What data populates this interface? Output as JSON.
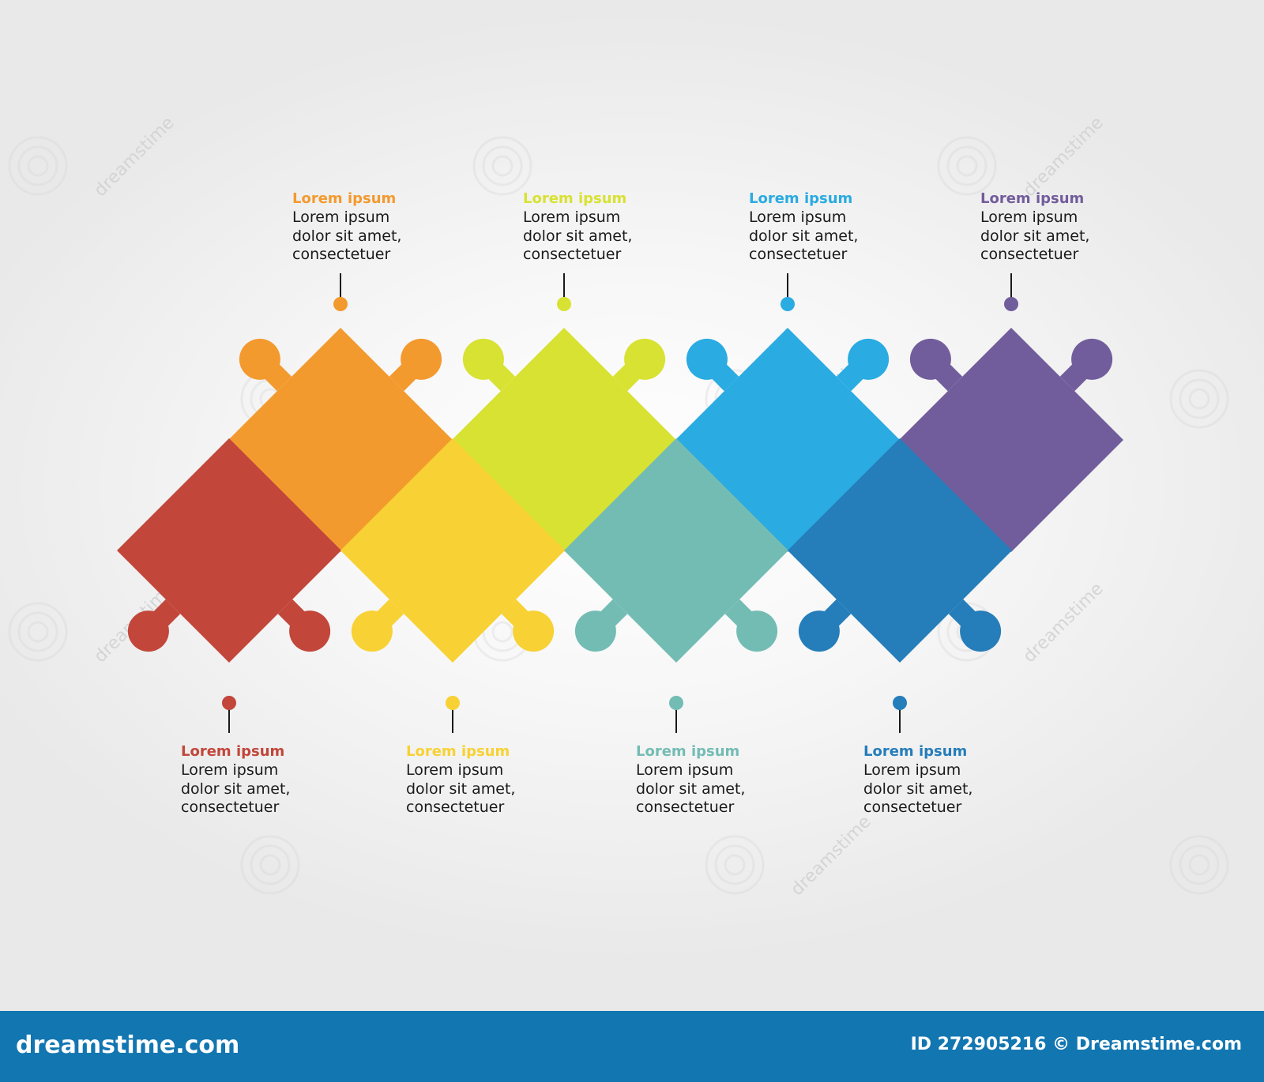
{
  "steps": [
    {
      "title": "Lorem ipsum",
      "lines": [
        "Lorem ipsum",
        "dolor sit amet,",
        "consectetuer"
      ],
      "color": "#c2463a"
    },
    {
      "title": "Lorem ipsum",
      "lines": [
        "Lorem ipsum",
        "dolor sit amet,",
        "consectetuer"
      ],
      "color": "#f39a2f"
    },
    {
      "title": "Lorem ipsum",
      "lines": [
        "Lorem ipsum",
        "dolor sit amet,",
        "consectetuer"
      ],
      "color": "#f8d134"
    },
    {
      "title": "Lorem ipsum",
      "lines": [
        "Lorem ipsum",
        "dolor sit amet,",
        "consectetuer"
      ],
      "color": "#d8e232"
    },
    {
      "title": "Lorem ipsum",
      "lines": [
        "Lorem ipsum",
        "dolor sit amet,",
        "consectetuer"
      ],
      "color": "#73bcb4"
    },
    {
      "title": "Lorem ipsum",
      "lines": [
        "Lorem ipsum",
        "dolor sit amet,",
        "consectetuer"
      ],
      "color": "#2aabe2"
    },
    {
      "title": "Lorem ipsum",
      "lines": [
        "Lorem ipsum",
        "dolor sit amet,",
        "consectetuer"
      ],
      "color": "#257dba"
    },
    {
      "title": "Lorem ipsum",
      "lines": [
        "Lorem ipsum",
        "dolor sit amet,",
        "consectetuer"
      ],
      "color": "#725d9c"
    }
  ],
  "watermark": {
    "text": "dreamstime"
  },
  "footer": {
    "brand": "dreamstime.com",
    "id_text": "ID 272905216 © Dreamstime.com",
    "background": "#1276b1"
  }
}
